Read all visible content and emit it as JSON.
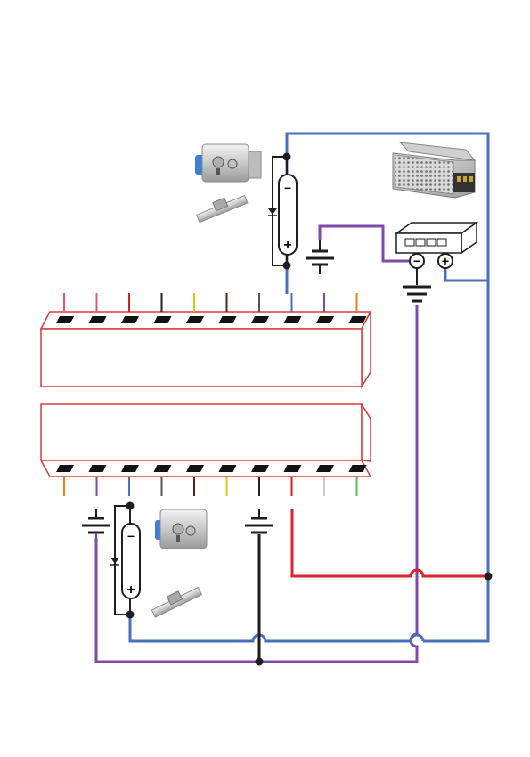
{
  "colors": {
    "blue": "#4a6fc0",
    "purple": "#7e4aa8",
    "red": "#e0202c",
    "black": "#1e1e1e",
    "terminal_outline": "#d93a3a",
    "terminal_fill": "#ffffff",
    "pin": "#111111"
  },
  "top_block": {
    "pin_count": 10,
    "wire_colors": [
      "#e2587a",
      "#e2587a",
      "#d32222",
      "#222222",
      "#d8c618",
      "#4e2612",
      "#555555",
      "#4a6fc0",
      "#7e4aa8",
      "#ef7d1c"
    ]
  },
  "bottom_block": {
    "pin_count": 10,
    "wire_colors": [
      "#ef7d1c",
      "#7e4aa8",
      "#4a6fc0",
      "#555555",
      "#4e2612",
      "#d8c618",
      "#222222",
      "#d32222",
      "#cccccc",
      "#4fc04a"
    ]
  },
  "lock_top": {
    "name": "electric-lock-top"
  },
  "lock_bottom": {
    "name": "electric-lock-bottom"
  },
  "power_supply": {
    "name": "power-supply-unit"
  },
  "power_block": {
    "minus_symbol": "−",
    "plus_symbol": "+"
  },
  "diode_top": {
    "minus": "–",
    "plus": "+"
  },
  "diode_bottom": {
    "minus": "–",
    "plus": "+"
  },
  "icons": [
    "ground-icon",
    "battery-icon",
    "diode-icon",
    "lock-icon",
    "strike-plate-icon",
    "power-supply-icon"
  ]
}
